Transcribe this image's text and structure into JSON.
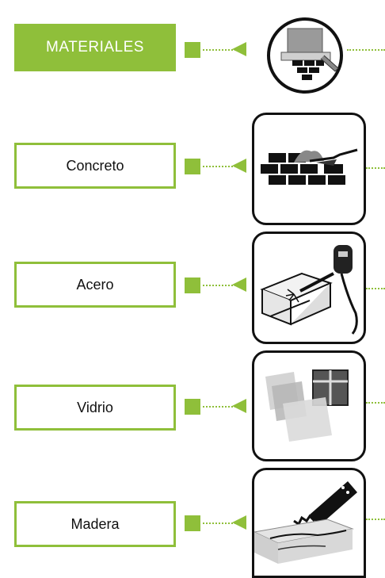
{
  "header": {
    "label": "MATERIALES",
    "icon": "materials-icon"
  },
  "items": [
    {
      "label": "Concreto",
      "icon": "brick-trowel-icon"
    },
    {
      "label": "Acero",
      "icon": "welding-steel-icon"
    },
    {
      "label": "Vidrio",
      "icon": "glass-panes-icon"
    },
    {
      "label": "Madera",
      "icon": "wood-saw-icon"
    }
  ],
  "colors": {
    "accent": "#8fbf3a",
    "outline": "#111111"
  }
}
